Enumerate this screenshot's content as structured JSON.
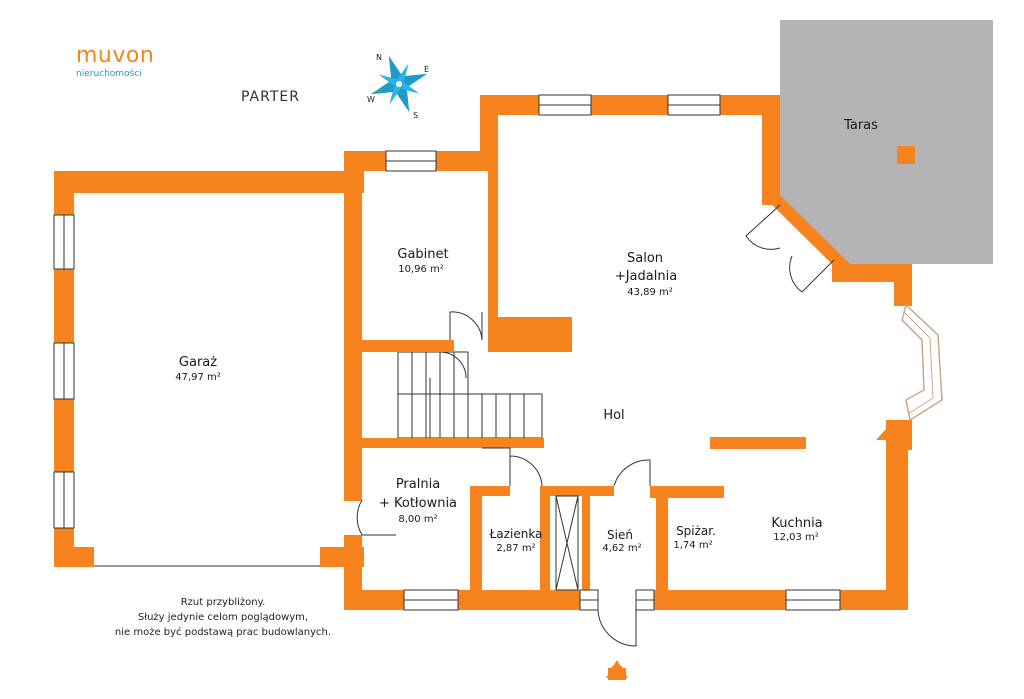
{
  "brand": {
    "name": "muvon",
    "subtitle": "nieruchomości"
  },
  "floor_label": "PARTER",
  "compass": {
    "n": "N",
    "e": "E",
    "s": "S",
    "w": "W"
  },
  "rooms": {
    "garaz": {
      "name": "Garaż",
      "area": "47,97 m²"
    },
    "gabinet": {
      "name": "Gabinet",
      "area": "10,96 m²"
    },
    "salon": {
      "name1": "Salon",
      "name2": "+Jadalnia",
      "area": "43,89 m²"
    },
    "taras": {
      "name": "Taras"
    },
    "hol": {
      "name": "Hol"
    },
    "pralnia": {
      "name1": "Pralnia",
      "name2": "+ Kotłownia",
      "area": "8,00 m²"
    },
    "lazienka": {
      "name": "Łazienka",
      "area": "2,87 m²"
    },
    "sien": {
      "name": "Sień",
      "area": "4,62 m²"
    },
    "spizarnia": {
      "name": "Spiżar.",
      "area": "1,74 m²"
    },
    "kuchnia": {
      "name": "Kuchnia",
      "area": "12,03 m²"
    }
  },
  "disclaimer": {
    "line1": "Rzut przybliżony.",
    "line2": "Służy jedynie celom poglądowym,",
    "line3": "nie może być podstawą prac budowlanych."
  },
  "colors": {
    "wall": "#F7831E",
    "terrace": "#B4B4B4",
    "compass": "#1E9BC8"
  }
}
